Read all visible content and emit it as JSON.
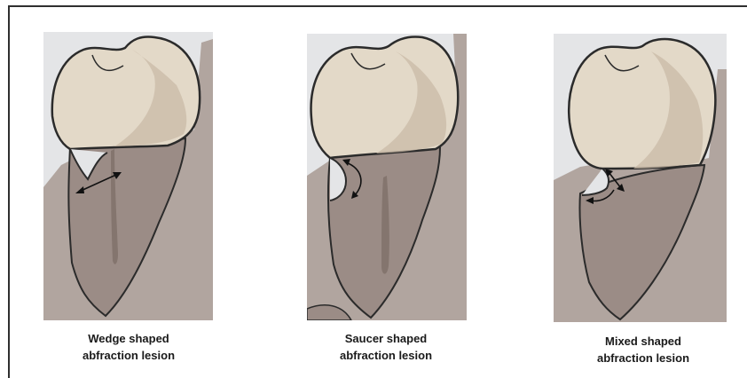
{
  "figure": {
    "panels": [
      {
        "id": "wedge",
        "caption_line1": "Wedge shaped",
        "caption_line2": "abfraction lesion"
      },
      {
        "id": "saucer",
        "caption_line1": "Saucer shaped",
        "caption_line2": "abfraction lesion"
      },
      {
        "id": "mixed",
        "caption_line1": "Mixed shaped",
        "caption_line2": "abfraction lesion"
      }
    ]
  },
  "colors": {
    "frame": "#2f2f2f",
    "panel_bg": "#e4e5e7",
    "gum": "#b1a59f",
    "root": "#9b8c86",
    "crown": "#e3d9c8",
    "crown_shade": "#c9b9a7",
    "outline": "#2b2b2b",
    "arrow": "#111111"
  }
}
